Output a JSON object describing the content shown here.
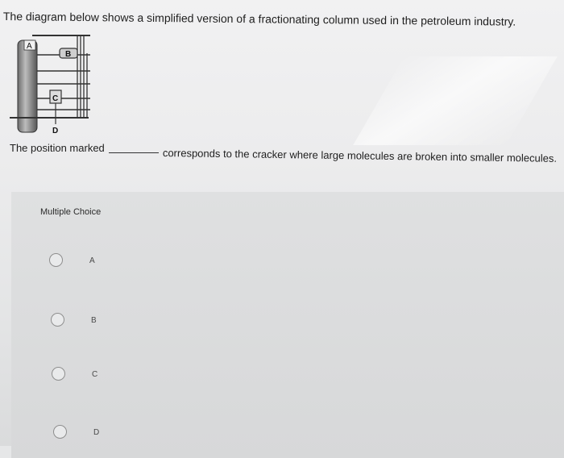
{
  "question": {
    "text": "The diagram below shows a simplified version of a fractionating column used in the petroleum industry.",
    "sentence_before_blank": "The position marked",
    "sentence_after_blank": "corresponds to the cracker where large molecules are broken into smaller molecules."
  },
  "diagram": {
    "labels": {
      "a": "A",
      "b": "B",
      "c": "C",
      "d": "D"
    }
  },
  "multiple_choice": {
    "heading": "Multiple Choice",
    "options": [
      {
        "label": "A",
        "selected": false
      },
      {
        "label": "B",
        "selected": false
      },
      {
        "label": "C",
        "selected": false
      },
      {
        "label": "D",
        "selected": false
      }
    ]
  }
}
